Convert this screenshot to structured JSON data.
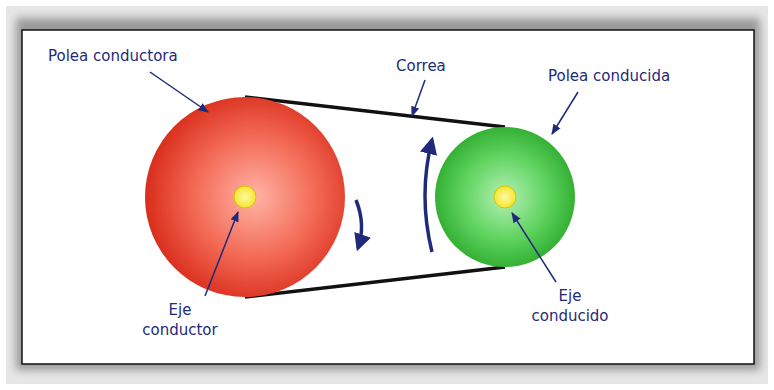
{
  "diagram": {
    "labels": [
      "Polea conductora",
      "Correa",
      "Polea conducida",
      "Eje conductor",
      "Eje conducido"
    ]
  }
}
